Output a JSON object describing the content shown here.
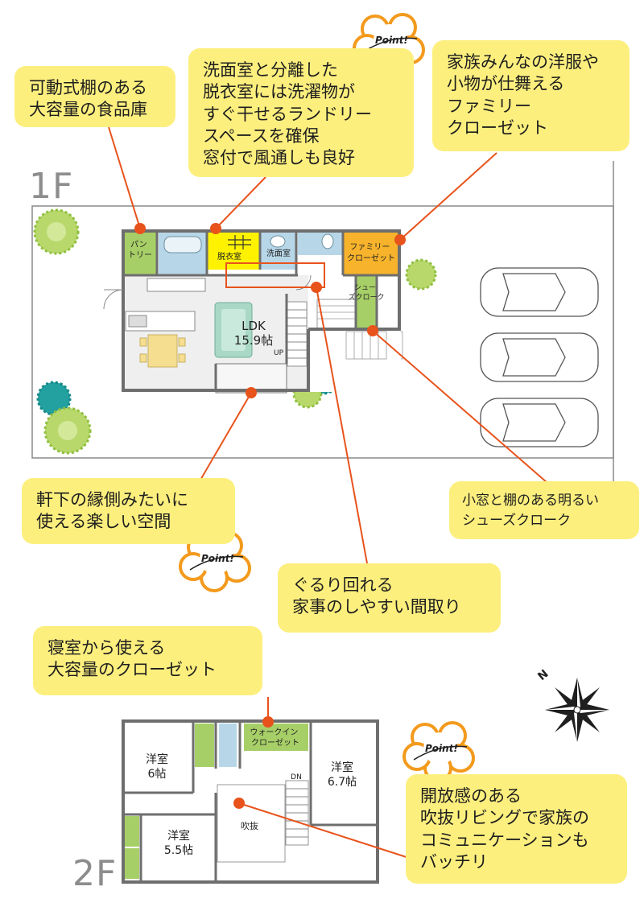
{
  "floors": {
    "first": "1F",
    "second": "2F"
  },
  "badge_text": "Point!",
  "rooms_1f": {
    "pantry": "パン\nトリー",
    "dressing": "脱衣室",
    "washroom": "洗面室",
    "family_closet": "ファミリー\nクローゼット",
    "shoes_cloak": "シュー\nズクローク",
    "ldk_name": "LDK",
    "ldk_size": "15.9帖",
    "stair_up": "UP"
  },
  "rooms_2f": {
    "western_a_name": "洋室",
    "western_a_size": "6帖",
    "walkin": "ウォークイン\nクローゼット",
    "western_b_name": "洋室",
    "western_b_size": "6.7帖",
    "western_c_name": "洋室",
    "western_c_size": "5.5帖",
    "void": "吹抜",
    "stair_down": "DN"
  },
  "callouts": {
    "pantry": "可動式棚のある\n大容量の食品庫",
    "laundry": "洗面室と分離した\n脱衣室には洗濯物が\nすぐ干せるランドリー\nスペースを確保\n窓付で風通しも良好",
    "family_closet": "家族みんなの洋服や\n小物が仕舞える\nファミリー\nクローゼット",
    "engawa": "軒下の縁側みたいに\n使える楽しい空間",
    "circulation": "ぐるり回れる\n家事のしやすい間取り",
    "shoes": "小窓と棚のある明るい\nシューズクローク",
    "bedroom_closet": "寝室から使える\n大容量のクローゼット",
    "void_living": "開放感のある\n吹抜リビングで家族の\nコミュニケーションも\nバッチリ"
  },
  "colors": {
    "callout_bg": "#fcef7e",
    "leader": "#e8531c",
    "wall": "#6e6e6e",
    "green_storage": "#a7cf67",
    "yellow_room": "#fff200",
    "orange_room": "#f7b32b",
    "water": "#b7d7e8",
    "ldk_floor": "#eeeeee"
  }
}
